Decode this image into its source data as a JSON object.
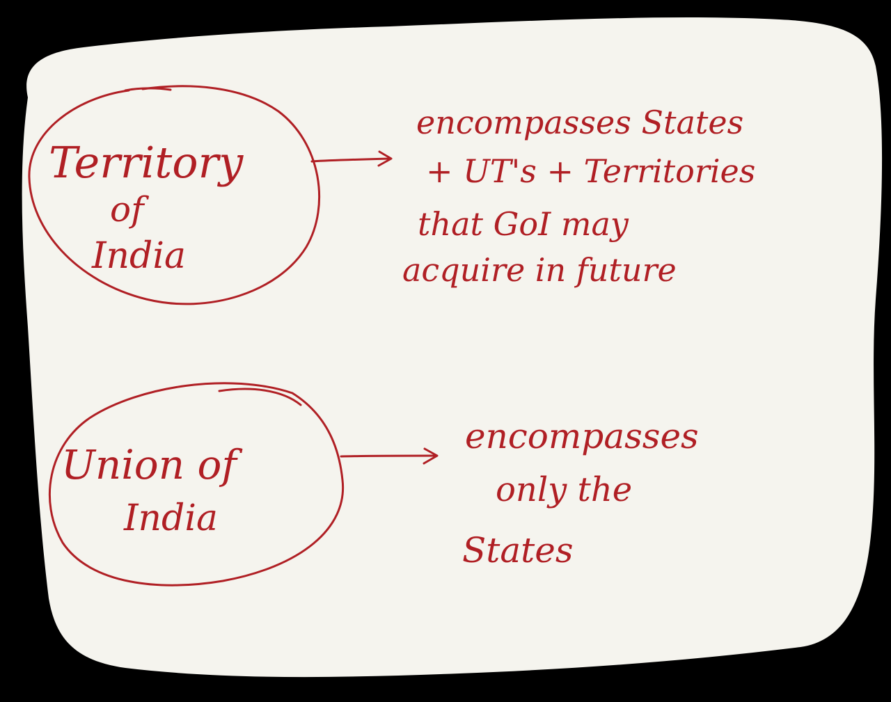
{
  "colors": {
    "background": "#000000",
    "paper": "#f5f4ee",
    "ink": "#b01f24"
  },
  "diagram": {
    "top": {
      "label_lines": [
        "Territory",
        "of",
        "India"
      ],
      "arrow": "right-arrow",
      "description_lines": [
        "encompasses States",
        "+ UT's + Territories",
        "that GoI may",
        "acquire in future"
      ]
    },
    "bottom": {
      "label_lines": [
        "Union of",
        "India"
      ],
      "arrow": "right-arrow",
      "description_lines": [
        "encompasses",
        "only the",
        "States"
      ]
    }
  }
}
